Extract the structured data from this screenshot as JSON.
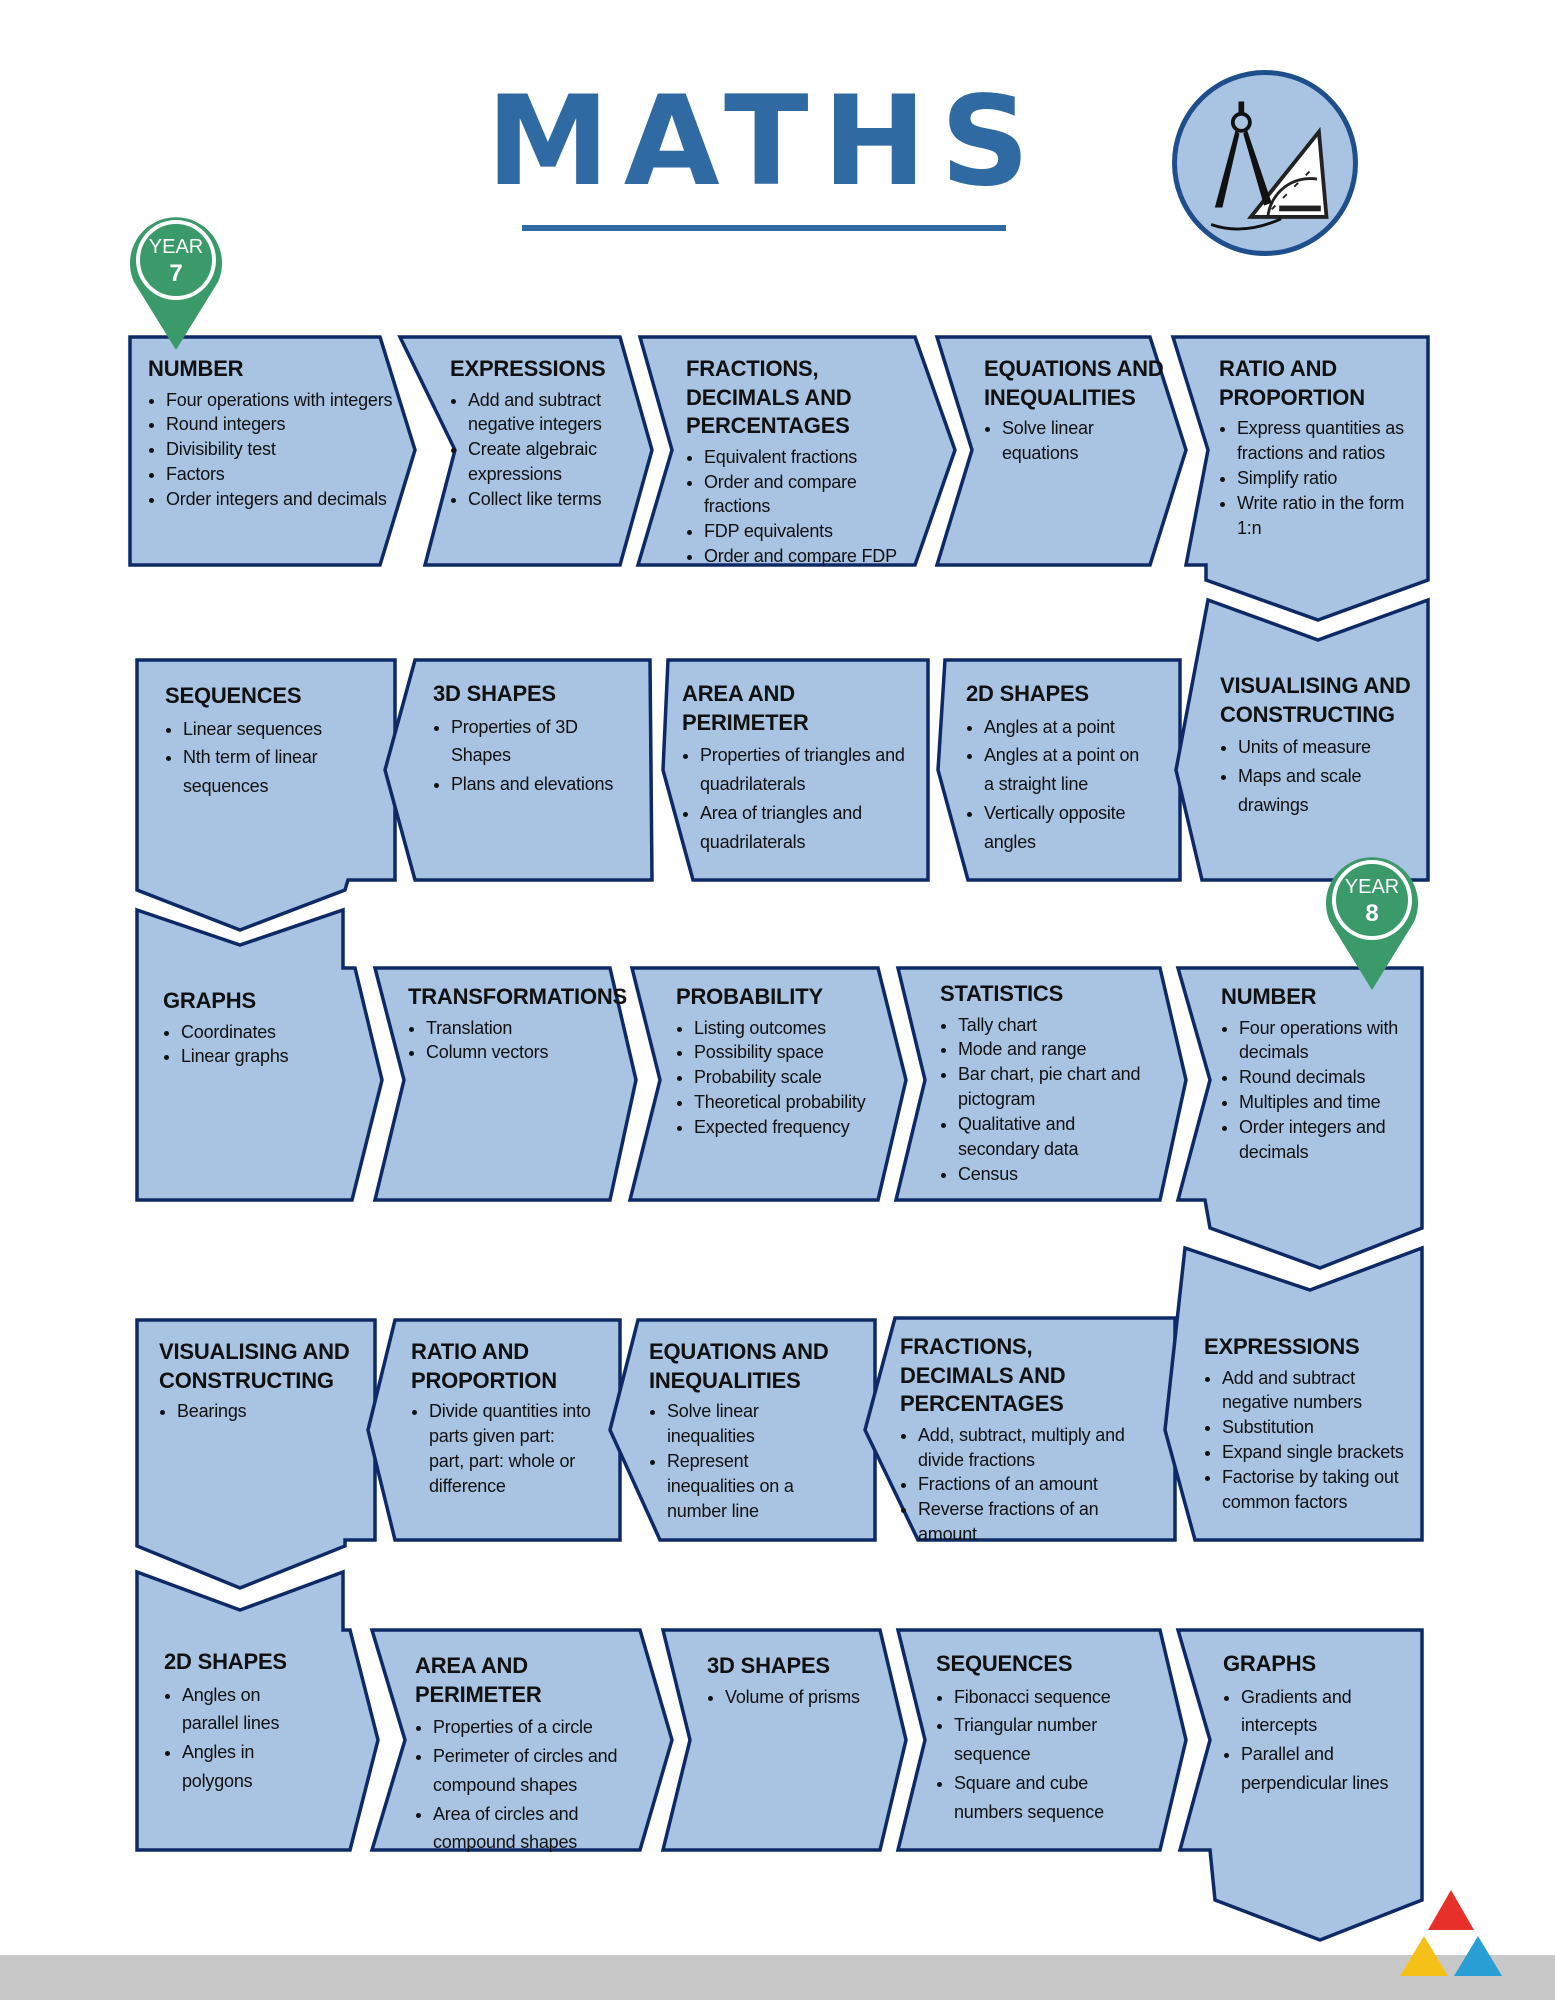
{
  "header": {
    "title": "MATHS",
    "emblem_icon": "compass-protractor-icon"
  },
  "markers": [
    {
      "year_label": "YEAR",
      "year_number": "7",
      "color": "#3a9a6a"
    },
    {
      "year_label": "YEAR",
      "year_number": "8",
      "color": "#3a9a6a"
    }
  ],
  "colors": {
    "box_fill": "#a9c4e3",
    "box_stroke": "#0d2a66",
    "title": "#2f6aa3",
    "marker": "#3a9a6a"
  },
  "rows": [
    {
      "units": [
        {
          "title": "NUMBER",
          "items": [
            "Four operations with integers",
            "Round integers",
            "Divisibility test",
            "Factors",
            "Order integers and decimals"
          ]
        },
        {
          "title": "EXPRESSIONS",
          "items": [
            "Add and subtract negative integers",
            "Create algebraic expressions",
            "Collect like terms"
          ]
        },
        {
          "title": "FRACTIONS, DECIMALS AND PERCENTAGES",
          "items": [
            "Equivalent fractions",
            "Order and compare fractions",
            "FDP equivalents",
            "Order and compare FDP"
          ]
        },
        {
          "title": "EQUATIONS AND INEQUALITIES",
          "items": [
            "Solve linear equations"
          ]
        },
        {
          "title": "RATIO AND PROPORTION",
          "items": [
            "Express quantities as fractions and ratios",
            "Simplify ratio",
            "Write ratio in the form 1:n"
          ]
        }
      ]
    },
    {
      "units": [
        {
          "title": "SEQUENCES",
          "items": [
            "Linear sequences",
            "Nth term of linear sequences"
          ]
        },
        {
          "title": "3D SHAPES",
          "items": [
            "Properties of 3D Shapes",
            "Plans and elevations"
          ]
        },
        {
          "title": "AREA AND PERIMETER",
          "items": [
            "Properties of triangles and quadrilaterals",
            "Area of triangles and quadrilaterals"
          ]
        },
        {
          "title": "2D SHAPES",
          "items": [
            "Angles at a point",
            "Angles at a point on a straight line",
            "Vertically opposite angles"
          ]
        },
        {
          "title": "VISUALISING AND CONSTRUCTING",
          "items": [
            "Units of measure",
            "Maps and scale drawings"
          ]
        }
      ]
    },
    {
      "units": [
        {
          "title": "GRAPHS",
          "items": [
            "Coordinates",
            "Linear graphs"
          ]
        },
        {
          "title": "TRANSFORMATIONS",
          "items": [
            "Translation",
            "Column vectors"
          ]
        },
        {
          "title": "PROBABILITY",
          "items": [
            "Listing outcomes",
            "Possibility space",
            "Probability scale",
            "Theoretical probability",
            "Expected frequency"
          ]
        },
        {
          "title": "STATISTICS",
          "items": [
            "Tally chart",
            "Mode and range",
            "Bar chart, pie chart and pictogram",
            "Qualitative and secondary data",
            "Census"
          ]
        },
        {
          "title": "NUMBER",
          "items": [
            "Four operations with decimals",
            "Round decimals",
            "Multiples and time",
            "Order integers and decimals"
          ]
        }
      ]
    },
    {
      "units": [
        {
          "title": "VISUALISING AND CONSTRUCTING",
          "items": [
            "Bearings"
          ]
        },
        {
          "title": "RATIO AND PROPORTION",
          "items": [
            "Divide quantities into parts given part: part, part: whole or difference"
          ]
        },
        {
          "title": "EQUATIONS AND INEQUALITIES",
          "items": [
            "Solve linear inequalities",
            "Represent inequalities on a number line"
          ]
        },
        {
          "title": "FRACTIONS, DECIMALS AND PERCENTAGES",
          "items": [
            "Add, subtract, multiply and divide fractions",
            "Fractions of an amount",
            "Reverse fractions of an amount"
          ]
        },
        {
          "title": "EXPRESSIONS",
          "items": [
            "Add and subtract negative numbers",
            "Substitution",
            "Expand single brackets",
            "Factorise by taking out common factors"
          ]
        }
      ]
    },
    {
      "units": [
        {
          "title": "2D SHAPES",
          "items": [
            "Angles on parallel lines",
            "Angles in polygons"
          ]
        },
        {
          "title": "AREA AND PERIMETER",
          "items": [
            "Properties of a circle",
            "Perimeter of circles and compound shapes",
            "Area of circles and compound shapes"
          ]
        },
        {
          "title": "3D SHAPES",
          "items": [
            "Volume of prisms"
          ]
        },
        {
          "title": "SEQUENCES",
          "items": [
            "Fibonacci sequence",
            "Triangular number sequence",
            "Square and cube numbers sequence"
          ]
        },
        {
          "title": "GRAPHS",
          "items": [
            "Gradients and intercepts",
            "Parallel and perpendicular lines"
          ]
        }
      ]
    }
  ],
  "logo": {
    "icon": "tri-color-triangle-logo"
  }
}
